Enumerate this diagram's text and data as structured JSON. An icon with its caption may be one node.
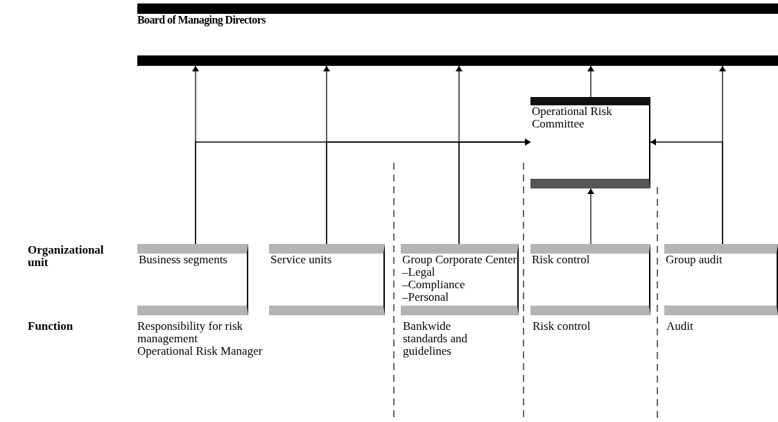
{
  "diagram": {
    "nodes": [
      {
        "text": [
          "Board of Managing Directors"
        ]
      },
      {
        "text": [
          "Operational Risk Committee"
        ]
      },
      {
        "text": [
          "Business segments"
        ]
      },
      {
        "text": [
          "Service units"
        ]
      },
      {
        "text": [
          "Group Corporate Center",
          "–Legal",
          "–Compliance",
          "–Personal"
        ]
      },
      {
        "text": [
          "Risk control"
        ]
      },
      {
        "text": [
          "Group audit"
        ]
      }
    ],
    "edges": [
      {
        "from": 2,
        "to": 0,
        "arrow": "to"
      },
      {
        "from": 3,
        "to": 0,
        "arrow": "to"
      },
      {
        "from": 4,
        "to": 0,
        "arrow": "to"
      },
      {
        "from": 2,
        "to": 1,
        "arrow": "to"
      },
      {
        "from": 3,
        "to": 1,
        "arrow": "to"
      },
      {
        "from": 4,
        "to": 1,
        "arrow": "to"
      },
      {
        "from": 5,
        "to": 1,
        "arrow": "to"
      },
      {
        "from": 1,
        "to": 0,
        "arrow": "to"
      },
      {
        "from": 6,
        "to": 0,
        "arrow": "to"
      },
      {
        "from": 6,
        "to": 1,
        "arrow": "to"
      }
    ],
    "labels": [
      "Organizational unit",
      "Function",
      "Responsibility for risk management",
      "Operational Risk Manager",
      "Bankwide standards and guidelines",
      "Risk control",
      "Audit"
    ]
  }
}
